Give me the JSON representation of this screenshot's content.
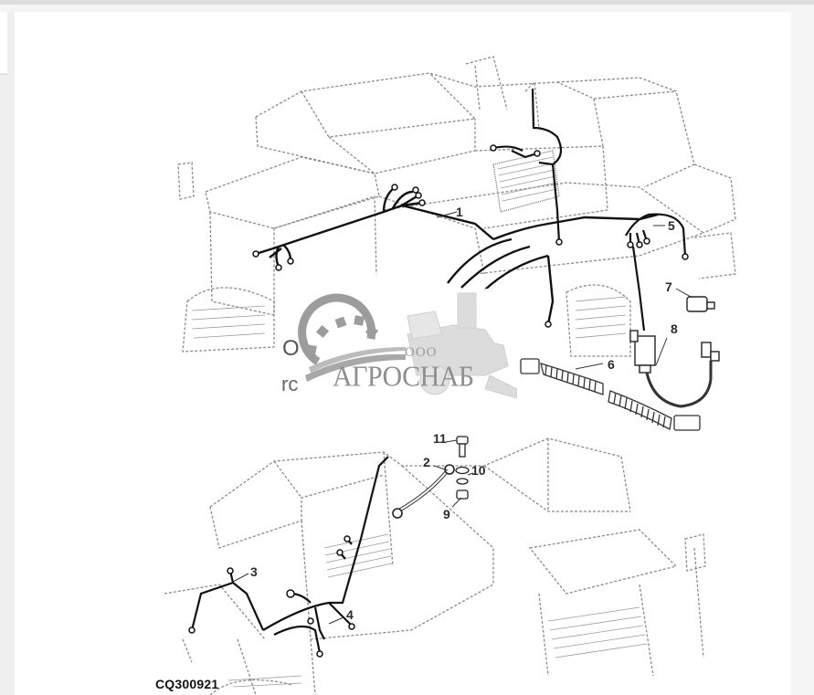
{
  "page": {
    "background": "#efefef",
    "content_background": "#ffffff"
  },
  "diagram": {
    "figure_id": "CQ300921",
    "subject": "combine wiring harness installation",
    "callouts": [
      {
        "id": "1",
        "label": "1"
      },
      {
        "id": "2",
        "label": "2"
      },
      {
        "id": "3",
        "label": "3"
      },
      {
        "id": "4",
        "label": "4"
      },
      {
        "id": "5",
        "label": "5"
      },
      {
        "id": "6",
        "label": "6"
      },
      {
        "id": "7",
        "label": "7"
      },
      {
        "id": "8",
        "label": "8"
      },
      {
        "id": "9",
        "label": "9"
      },
      {
        "id": "10",
        "label": "10"
      },
      {
        "id": "11",
        "label": "11"
      }
    ],
    "overlap_text": {
      "fragment_1": "O",
      "fragment_2": "rc"
    }
  },
  "watermark": {
    "prefix": "ООО",
    "name": "АГРОСНАБ",
    "icon": "gear-combine-logo-icon",
    "color": "#8f8f8f"
  }
}
